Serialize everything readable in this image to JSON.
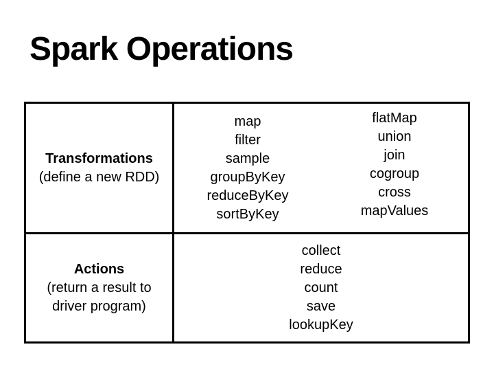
{
  "slide": {
    "title": "Spark Operations",
    "colors": {
      "background": "#ffffff",
      "text": "#000000",
      "border": "#000000"
    },
    "table": {
      "transformations": {
        "label": "Transformations",
        "description": "(define a new RDD)",
        "column1": [
          "map",
          "filter",
          "sample",
          "groupByKey",
          "reduceByKey",
          "sortByKey"
        ],
        "column2": [
          "flatMap",
          "union",
          "join",
          "cogroup",
          "cross",
          "mapValues"
        ]
      },
      "actions": {
        "label": "Actions",
        "description_line1": "(return a result to",
        "description_line2": "driver program)",
        "operations": [
          "collect",
          "reduce",
          "count",
          "save",
          "lookupKey"
        ]
      }
    }
  }
}
